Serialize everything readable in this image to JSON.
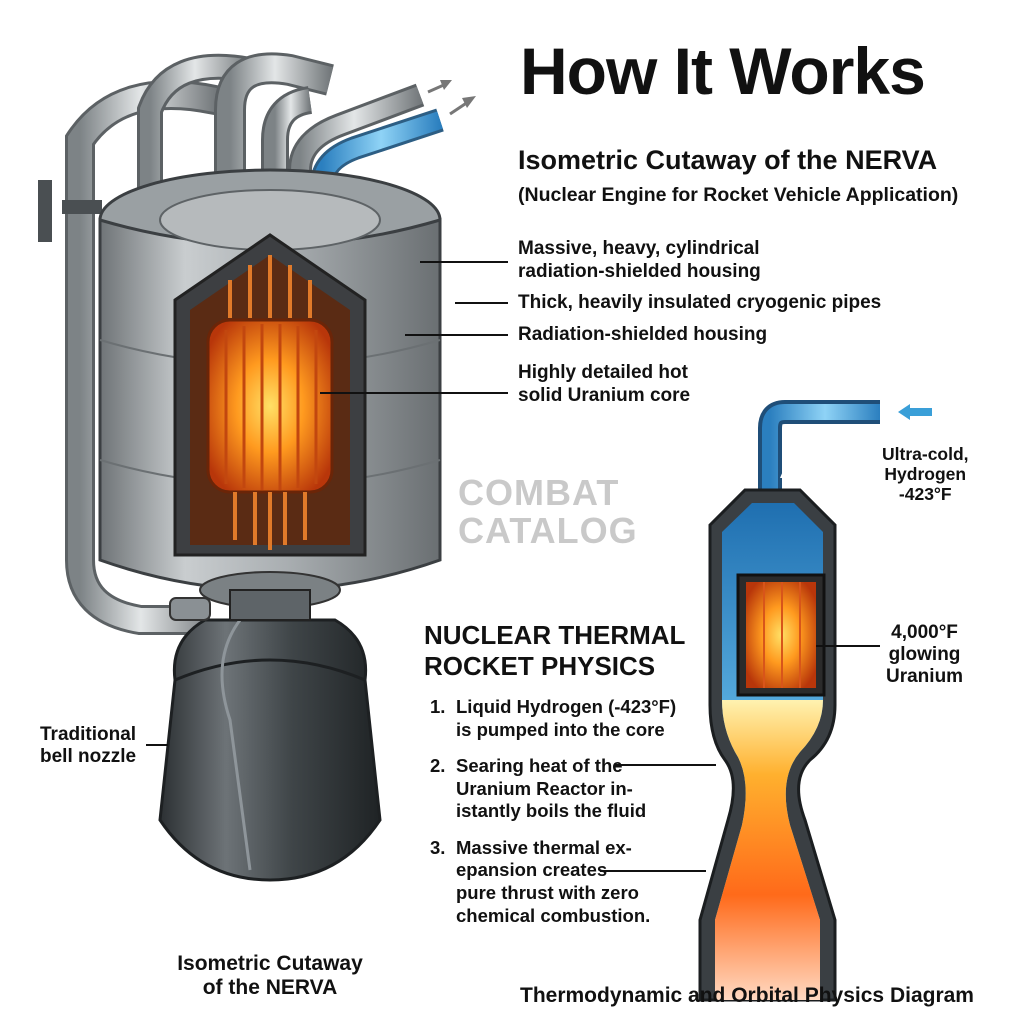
{
  "header": {
    "title": "How It Works",
    "subtitle": "Isometric Cutaway of the NERVA",
    "subtitle_detail": "(Nuclear Engine for Rocket Vehicle Application)"
  },
  "engine_callouts": [
    {
      "text": "Massive, heavy, cylindrical\nradiation-shielded housing"
    },
    {
      "text": "Thick, heavily insulated cryogenic pipes"
    },
    {
      "text": "Radiation-shielded housing"
    },
    {
      "text": "Highly detailed hot\nsolid Uranium core"
    }
  ],
  "nozzle_label": "Traditional\nbell nozzle",
  "watermark": "COMBAT\nCATALOG",
  "physics": {
    "title": "NUCLEAR THERMAL\nROCKET PHYSICS",
    "steps": [
      {
        "num": "1.",
        "text": "Liquid Hydrogen (-423°F)\nis pumped into the core"
      },
      {
        "num": "2.",
        "text": "Searing heat of the\nUranium Reactor in-\nistantly boils the fluid"
      },
      {
        "num": "3.",
        "text": "Massive thermal ex-\nepansion creates\npure thrust with zero\nchemical combustion."
      }
    ]
  },
  "diagram_labels": {
    "inlet": "Ultra-cold,\nHydrogen\n-423°F",
    "core": "4,000°F\nglowing\nUranium"
  },
  "captions": {
    "left": "Isometric Cutaway\nof the NERVA",
    "right": "Thermodynamic and Orbital Physics Diagram"
  },
  "colors": {
    "core_hot": "#ff7a00",
    "core_glow": "#ffd23f",
    "coolant_blue": "#3a9fd8",
    "housing_gray": "#8f9598",
    "nozzle_dark": "#3d4347"
  }
}
